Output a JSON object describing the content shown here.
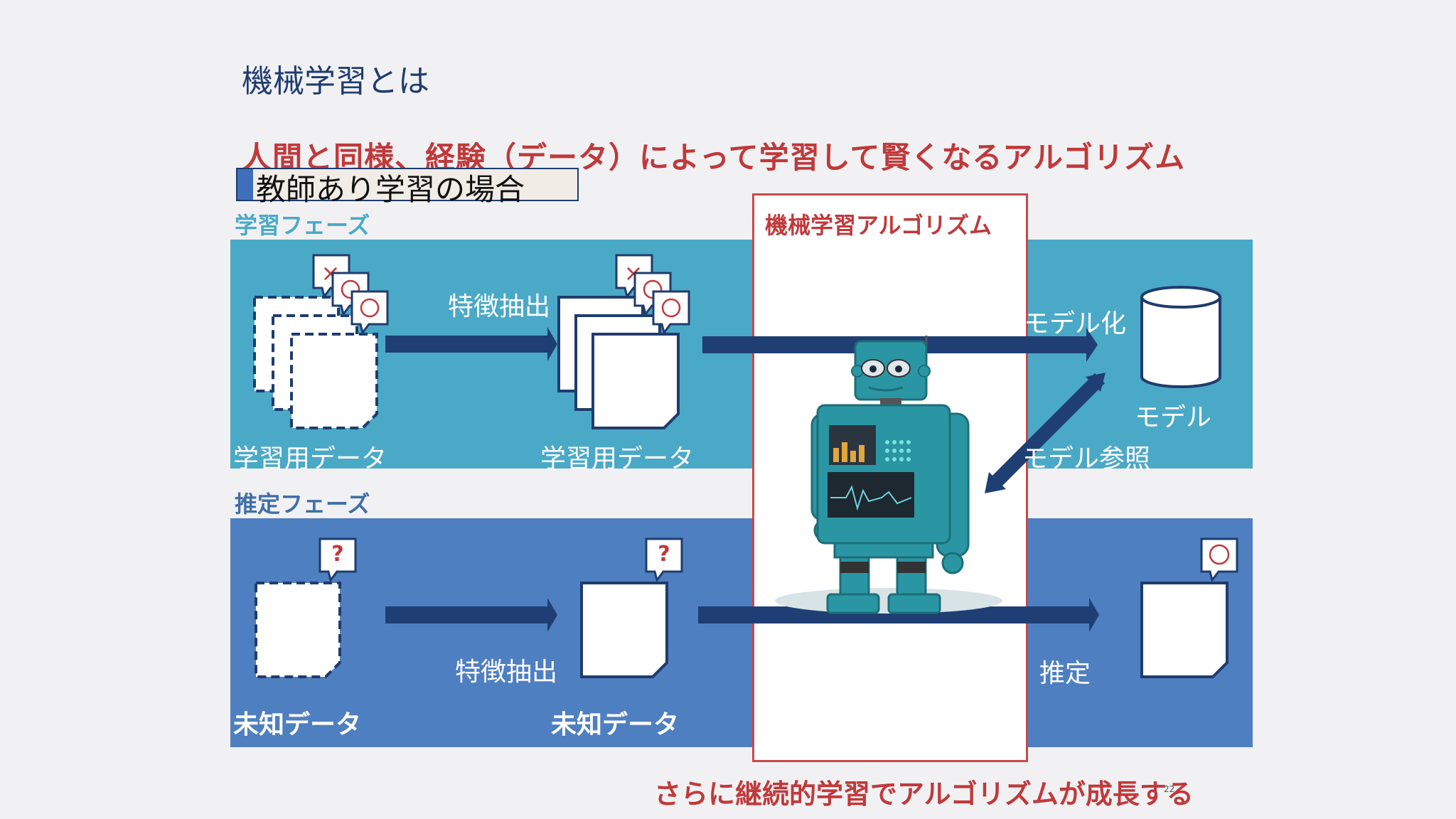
{
  "title": "機械学習とは",
  "headline": "人間と同様、経験（データ）によって学習して賢くなるアルゴリズム",
  "case_label": "教師あり学習の場合",
  "training_phase": {
    "label": "学習フェーズ",
    "input_data_label": "学習用データ",
    "feature_extraction_label": "特徴抽出",
    "features_label": "学習用データ",
    "modeling_label": "モデル化",
    "model_label": "モデル",
    "model_reference_label": "モデル参照",
    "marks": [
      "×",
      "○",
      "○"
    ]
  },
  "estimation_phase": {
    "label": "推定フェーズ",
    "input_data_label": "未知データ",
    "feature_extraction_label": "特徴抽出",
    "features_label": "未知データ",
    "estimate_label": "推定",
    "question_mark": "?",
    "result_mark": "○"
  },
  "algorithm_label": "機械学習アルゴリズム",
  "footer": "さらに継続的学習でアルゴリズムが成長する",
  "page_number": "22",
  "colors": {
    "training_band": "#4aa9c7",
    "estimation_band": "#4e7fc0",
    "arrow": "#1f3f74",
    "accent_red": "#c0393b",
    "robot_body": "#2a96a4"
  }
}
